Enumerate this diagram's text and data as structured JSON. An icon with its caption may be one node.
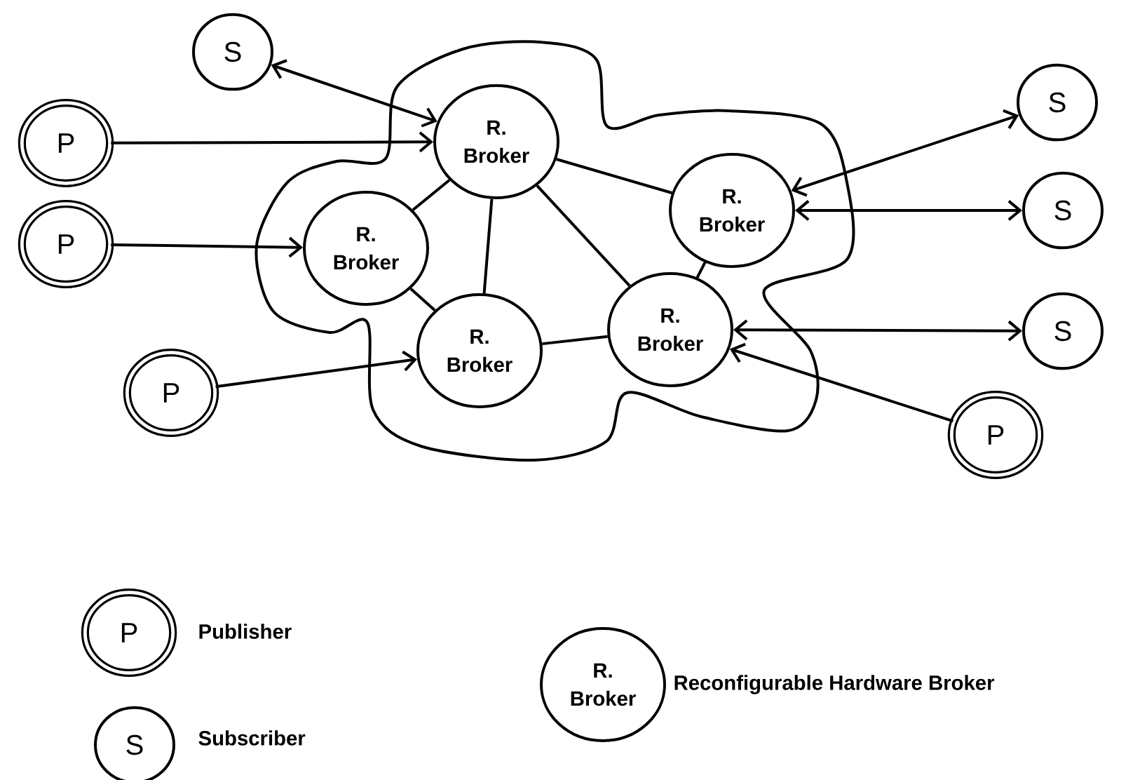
{
  "diagram": {
    "nodes": [
      {
        "text": [],
        "shape": "cloud"
      },
      {
        "text": [
          "S"
        ]
      },
      {
        "text": [
          "P"
        ]
      },
      {
        "text": [
          "R. Broker"
        ],
        "in": 0
      },
      {
        "text": [
          "S"
        ]
      },
      {
        "text": [
          "R. Broker"
        ],
        "in": 0
      },
      {
        "text": [
          "S"
        ]
      },
      {
        "text": [
          "P"
        ]
      },
      {
        "text": [
          "R. Broker"
        ],
        "in": 0
      },
      {
        "text": [
          "R. Broker"
        ],
        "in": 0
      },
      {
        "text": [
          "R. Broker"
        ],
        "in": 0
      },
      {
        "text": [
          "S"
        ]
      },
      {
        "text": [
          "P"
        ]
      },
      {
        "text": [
          "P"
        ]
      },
      {
        "text": [
          "P"
        ],
        "beside": [
          "Publisher"
        ]
      },
      {
        "text": [
          "R. Broker"
        ],
        "beside": [
          "Reconfigurable Hardware Broker"
        ]
      },
      {
        "text": [
          "S"
        ],
        "beside": [
          "Subscriber"
        ]
      }
    ],
    "edges": [
      {
        "from": 1,
        "to": 3,
        "arrow": "both"
      },
      {
        "from": 2,
        "to": 3,
        "arrow": "to"
      },
      {
        "from": 3,
        "to": 5,
        "arrow": "none"
      },
      {
        "from": 3,
        "to": 8,
        "arrow": "none"
      },
      {
        "from": 3,
        "to": 9,
        "arrow": "none"
      },
      {
        "from": 3,
        "to": 10,
        "arrow": "none"
      },
      {
        "from": 5,
        "to": 4,
        "arrow": "both"
      },
      {
        "from": 5,
        "to": 6,
        "arrow": "both"
      },
      {
        "from": 7,
        "to": 8,
        "arrow": "to"
      },
      {
        "from": 8,
        "to": 9,
        "arrow": "none"
      },
      {
        "from": 5,
        "to": 10,
        "arrow": "none"
      },
      {
        "from": 9,
        "to": 10,
        "arrow": "none"
      },
      {
        "from": 12,
        "to": 9,
        "arrow": "to"
      },
      {
        "from": 10,
        "to": 11,
        "arrow": "both"
      },
      {
        "from": 13,
        "to": 10,
        "arrow": "to"
      }
    ]
  }
}
